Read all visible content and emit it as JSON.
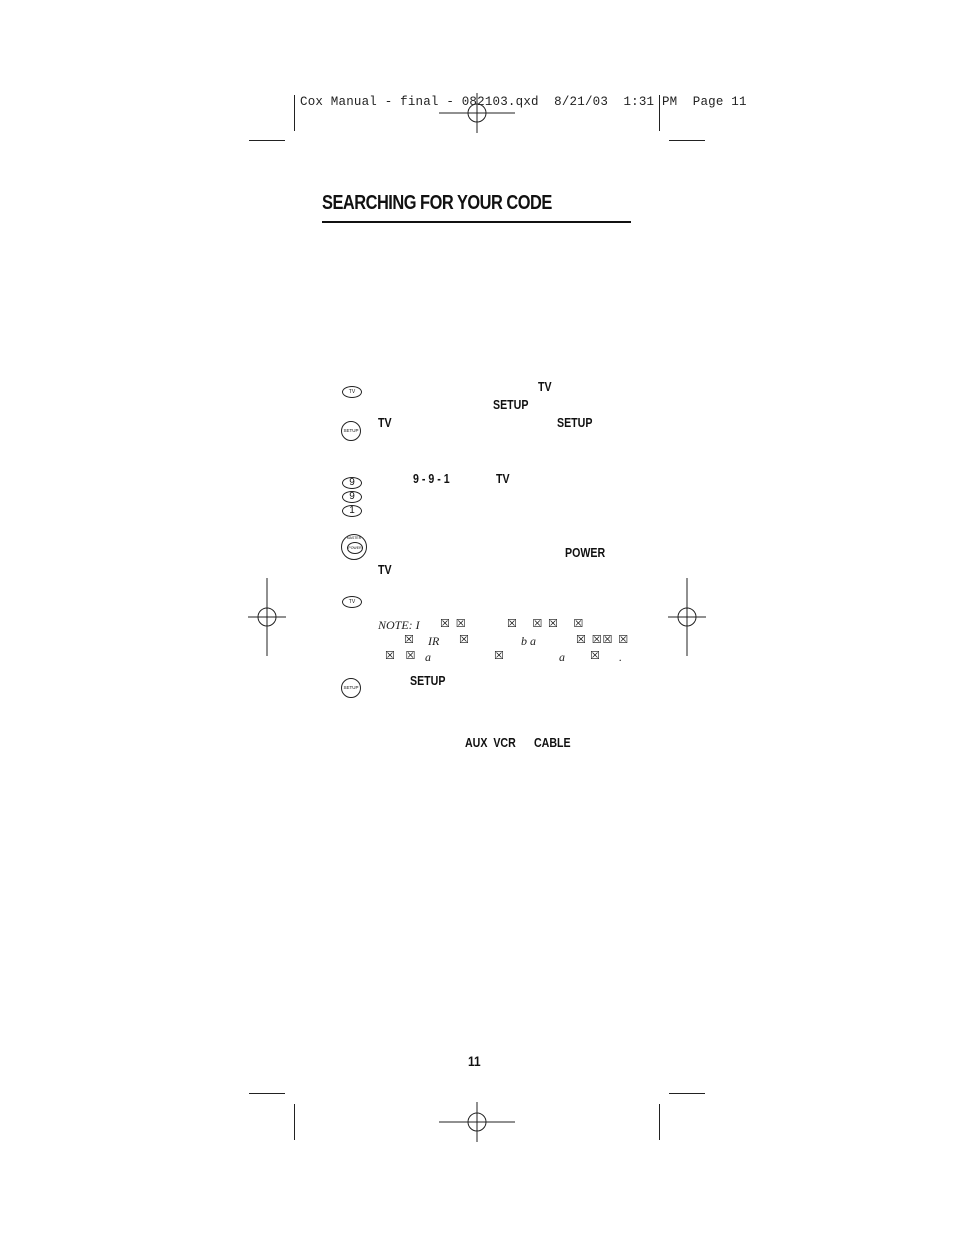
{
  "slug": {
    "text": "Cox Manual - final - 082103.qxd  8/21/03  1:31 PM  Page 11"
  },
  "title": "SEARCHING FOR YOUR CODE",
  "buttons": {
    "tv": "TV",
    "setup": "SETUP",
    "nine": "9",
    "one": "1",
    "power": "POWER",
    "master": "MASTER"
  },
  "step1": {
    "tv": "TV",
    "setup": "SETUP"
  },
  "step2": {
    "tv": "TV",
    "setup": "SETUP"
  },
  "step3": {
    "code": "9 - 9 - 1",
    "tv": "TV"
  },
  "step4": {
    "power": "POWER",
    "tv": "TV"
  },
  "note": {
    "line1_a": "NOTE: I",
    "line1_b": "☒ ☒",
    "line1_c": "☒   ☒ ☒   ☒",
    "line2_a": "☒",
    "line2_b": "IR",
    "line2_c": "☒",
    "line2_d": "b a",
    "line2_e": "☒ ☒☒ ☒",
    "line3_a": "☒  ☒",
    "line3_b": "a",
    "line3_c": "☒",
    "line3_d": "a",
    "line3_e": "☒",
    "line3_f": "."
  },
  "step6": {
    "setup": "SETUP"
  },
  "footer_line": {
    "aux_vcr": "AUX  VCR",
    "cable": "CABLE"
  },
  "page_number": "11"
}
